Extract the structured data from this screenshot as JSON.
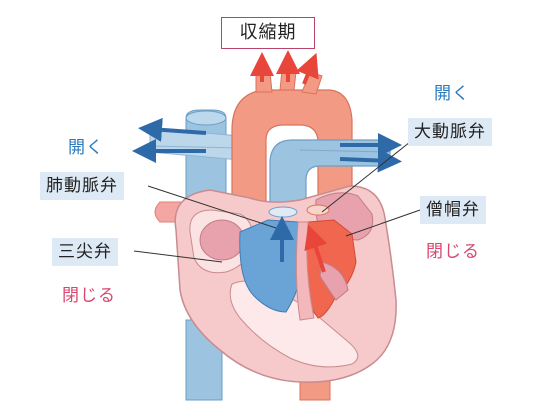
{
  "title": "収縮期",
  "labels": {
    "aortic_valve": "大動脈弁",
    "pulmonary_valve": "肺動脈弁",
    "mitral_valve": "僧帽弁",
    "tricuspid_valve": "三尖弁"
  },
  "states": {
    "open_right": "開く",
    "open_left": "開く",
    "close_right": "閉じる",
    "close_left": "閉じる"
  },
  "colors": {
    "arterial_red": "#e8463a",
    "venous_blue": "#2f6aa8",
    "vessel_light_blue": "#9cc3df",
    "aorta_salmon": "#f39a84",
    "heart_pink": "#f6c9ca",
    "title_border": "#b8436b"
  }
}
